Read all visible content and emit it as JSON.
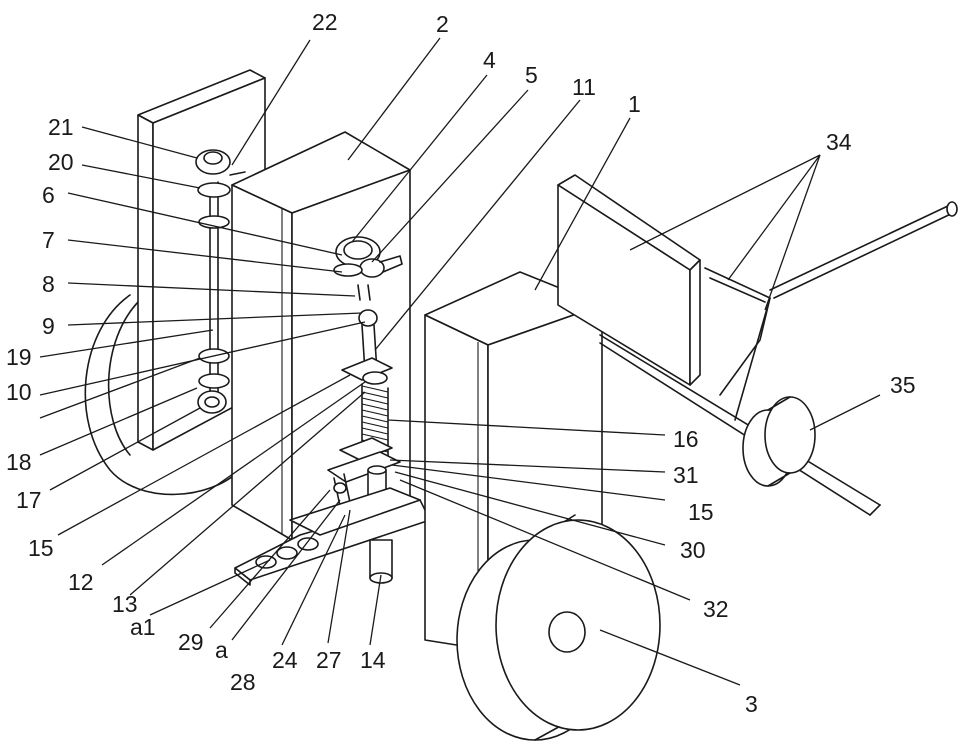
{
  "labels": {
    "l1": "1",
    "l2": "2",
    "l3": "3",
    "l4": "4",
    "l5": "5",
    "l6": "6",
    "l7": "7",
    "l8": "8",
    "l9": "9",
    "l10": "10",
    "l11": "11",
    "l12": "12",
    "l13": "13",
    "l14": "14",
    "l15a": "15",
    "l15b": "15",
    "l16": "16",
    "l17": "17",
    "l18": "18",
    "l19": "19",
    "l20": "20",
    "l21": "21",
    "l22": "22",
    "l24": "24",
    "l27": "27",
    "l28": "28",
    "l29": "29",
    "l30": "30",
    "l31": "31",
    "l32": "32",
    "l34": "34",
    "l35": "35",
    "la": "a",
    "la1": "a1"
  }
}
